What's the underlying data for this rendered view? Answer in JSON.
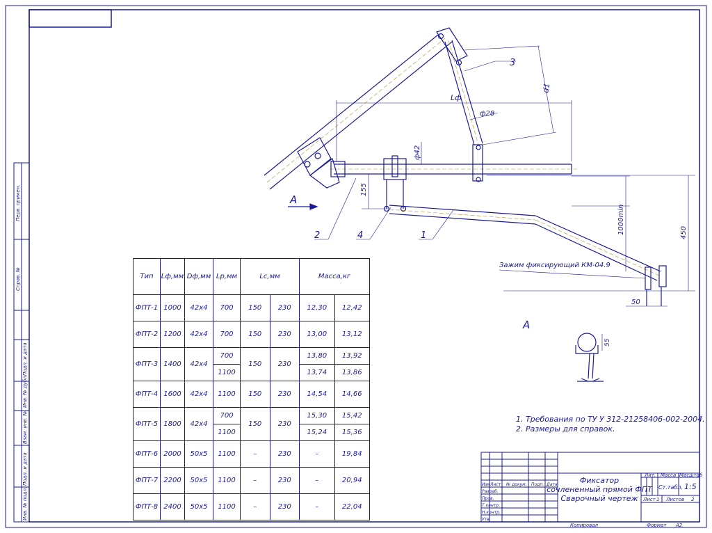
{
  "drawing": {
    "callouts": [
      "1",
      "2",
      "3",
      "4"
    ],
    "view_label": "A",
    "view_arrow_label": "A",
    "dims": {
      "lf": "Lф",
      "d1": "d1",
      "phi28": "ф28",
      "phi42": "ф42",
      "d155": "155",
      "d1000min": "1000min",
      "d450": "450",
      "d50": "50",
      "d55": "55"
    },
    "clamp_note": "Зажим фиксирующий КМ-04.9",
    "notes": [
      "1. Требования по ТУ У 312-21258406-002-2004.",
      "2. Размеры для справок."
    ]
  },
  "table": {
    "headers": [
      "Тип",
      "Lф,мм",
      "Dф,мм",
      "Lр,мм",
      "Lс,мм",
      "Масса,кг"
    ],
    "rows": [
      {
        "type": "ФПТ-1",
        "lf": "1000",
        "df": "42x4",
        "lp": [
          "700"
        ],
        "lc1": "150",
        "lc2": "230",
        "m1": [
          "12,30"
        ],
        "m2": [
          "12,42"
        ]
      },
      {
        "type": "ФПТ-2",
        "lf": "1200",
        "df": "42x4",
        "lp": [
          "700"
        ],
        "lc1": "150",
        "lc2": "230",
        "m1": [
          "13,00"
        ],
        "m2": [
          "13,12"
        ]
      },
      {
        "type": "ФПТ-3",
        "lf": "1400",
        "df": "42x4",
        "lp": [
          "700",
          "1100"
        ],
        "lc1": "150",
        "lc2": "230",
        "m1": [
          "13,80",
          "13,74"
        ],
        "m2": [
          "13,92",
          "13,86"
        ]
      },
      {
        "type": "ФПТ-4",
        "lf": "1600",
        "df": "42x4",
        "lp": [
          "1100"
        ],
        "lc1": "150",
        "lc2": "230",
        "m1": [
          "14,54"
        ],
        "m2": [
          "14,66"
        ]
      },
      {
        "type": "ФПТ-5",
        "lf": "1800",
        "df": "42x4",
        "lp": [
          "700",
          "1100"
        ],
        "lc1": "150",
        "lc2": "230",
        "m1": [
          "15,30",
          "15,24"
        ],
        "m2": [
          "15,42",
          "15,36"
        ]
      },
      {
        "type": "ФПТ-6",
        "lf": "2000",
        "df": "50x5",
        "lp": [
          "1100"
        ],
        "lc1": "–",
        "lc2": "230",
        "m1": [
          "–"
        ],
        "m2": [
          "19,84"
        ]
      },
      {
        "type": "ФПТ-7",
        "lf": "2200",
        "df": "50x5",
        "lp": [
          "1100"
        ],
        "lc1": "–",
        "lc2": "230",
        "m1": [
          "–"
        ],
        "m2": [
          "20,94"
        ]
      },
      {
        "type": "ФПТ-8",
        "lf": "2400",
        "df": "50x5",
        "lp": [
          "1100"
        ],
        "lc1": "–",
        "lc2": "230",
        "m1": [
          "–"
        ],
        "m2": [
          "22,04"
        ]
      }
    ]
  },
  "title_block": {
    "title_line1": "Фиксатор",
    "title_line2": "сочлененный прямой ФПТ",
    "title_line3": "Сварочный чертеж",
    "col_labels": [
      "Изм",
      "Лист",
      "№ докум.",
      "Подп.",
      "Дата"
    ],
    "row_labels": [
      "Разраб.",
      "Пров.",
      "Т.контр.",
      "Н.контр.",
      "Утв."
    ],
    "lit": "Лит.",
    "mass": "Масса",
    "scale": "Масштаб",
    "mass_value": "Ст.табл.",
    "scale_value": "1:5",
    "sheet": "Лист",
    "sheet_value": "1",
    "sheets": "Листов",
    "sheets_value": "2",
    "copied": "Копировал",
    "format": "Формат",
    "format_value": "A2"
  },
  "side_labels": [
    "Перв. примен.",
    "Справ. №",
    "Подп. и дата",
    "Инв. № дубл.",
    "Взам. инв. №",
    "Подп. и дата",
    "Инв. № подл."
  ]
}
